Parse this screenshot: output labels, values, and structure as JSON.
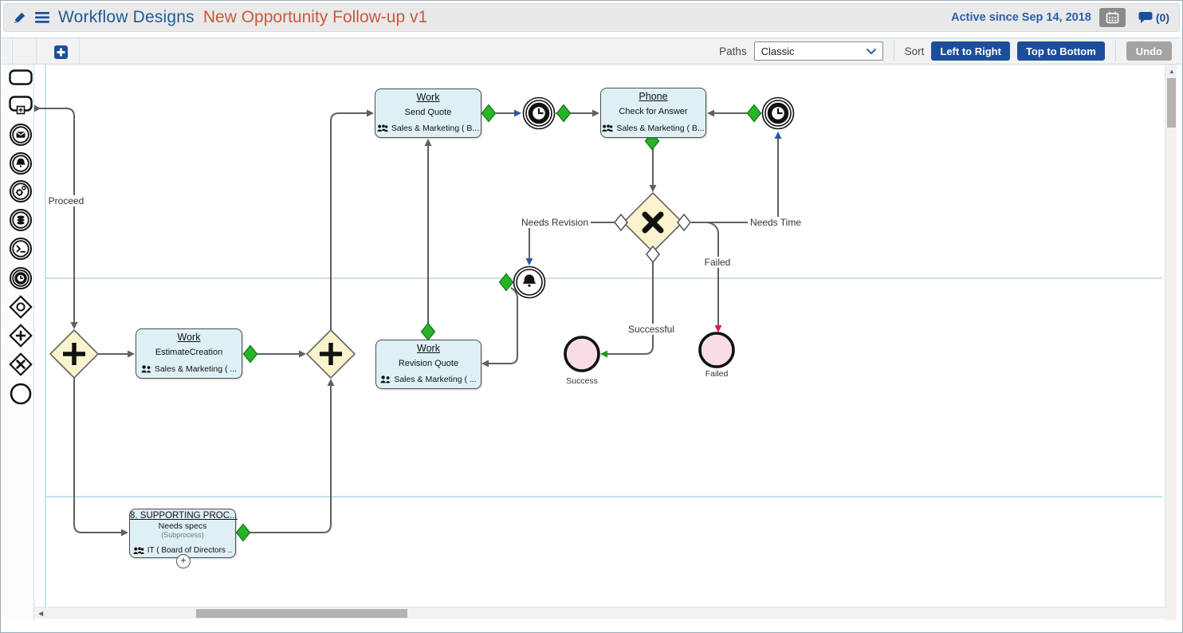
{
  "header": {
    "title": "Workflow Designs",
    "subtitle": "New Opportunity Follow-up v1",
    "active_since": "Active since Sep 14, 2018",
    "comments_count": "(0)"
  },
  "toolbar": {
    "paths_label": "Paths",
    "paths_value": "Classic",
    "sort_label": "Sort",
    "sort_left_right": "Left to Right",
    "sort_top_bottom": "Top to Bottom",
    "undo": "Undo"
  },
  "palette": {
    "items": [
      "task",
      "subprocess",
      "message-event",
      "alert-event",
      "service-event",
      "data-event",
      "script-event",
      "timer-event",
      "inclusive-gateway",
      "parallel-gateway",
      "exclusive-gateway",
      "end-event"
    ]
  },
  "diagram": {
    "nodes": {
      "send_quote": {
        "title": "Work",
        "task": "Send Quote",
        "assignee": "Sales & Marketing ( B..."
      },
      "phone": {
        "title": "Phone",
        "task": "Check for Answer",
        "assignee": "Sales & Marketing ( B..."
      },
      "estimate": {
        "title": "Work",
        "task": "EstimateCreation",
        "assignee": "Sales & Marketing ( ..."
      },
      "revision": {
        "title": "Work",
        "task": "Revision Quote",
        "assignee": "Sales & Marketing ( ..."
      },
      "subprocess": {
        "title": "8. SUPPORTING PROC...",
        "task": "Needs specs",
        "subtype": "(Subprocess)",
        "assignee": "IT ( Board of Directors ..",
        "expand": "+"
      },
      "success_end": {
        "label": "Success"
      },
      "failed_end": {
        "label": "Failed"
      }
    },
    "edge_labels": {
      "proceed": "Proceed",
      "needs_revision": "Needs Revision",
      "needs_time": "Needs Time",
      "failed": "Failed",
      "successful": "Successful"
    }
  },
  "colors": {
    "accent_navy": "#1d4e9b",
    "title_blue": "#1f5b94",
    "subtitle_orange": "#c65b3d",
    "active_blue": "#2d5db0",
    "node_fill": "#def0f5",
    "gateway_fill": "#faf3cd",
    "connector_marker_green": "#28b428",
    "end_event_fill": "#f8dde8",
    "lane_blue": "#b5d9e6",
    "arrow_gray": "#5f5f5f",
    "arrow_blue": "#2a57a5",
    "arrow_red": "#e5174f",
    "arrow_green": "#12a012"
  }
}
